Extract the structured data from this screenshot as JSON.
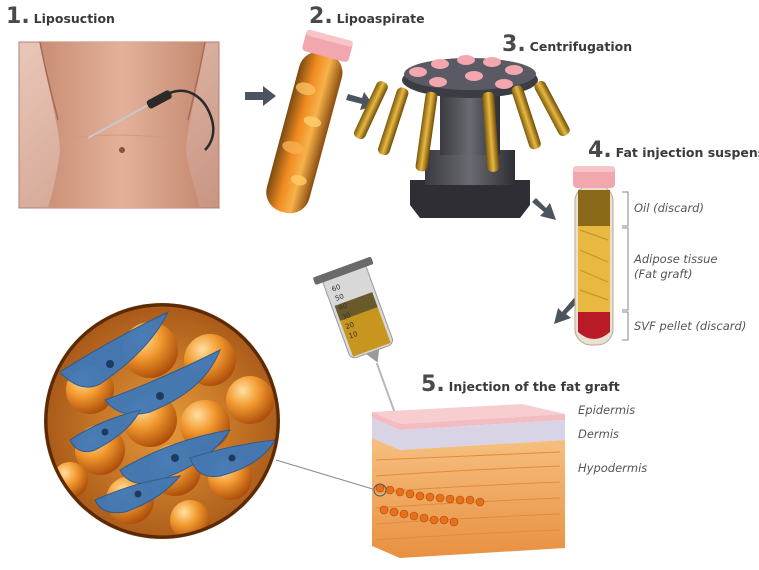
{
  "steps": [
    {
      "number": "1",
      "label": "Liposuction"
    },
    {
      "number": "2",
      "label": "Lipoaspirate"
    },
    {
      "number": "3",
      "label": "Centrifugation"
    },
    {
      "number": "4",
      "label": "Fat injection suspension"
    },
    {
      "number": "5",
      "label": "Injection of the fat graft"
    }
  ],
  "tube_layers": {
    "oil": "Oil (discard)",
    "adipose_line1": "Adipose tissue",
    "adipose_line2": "(Fat graft)",
    "svf": "SVF pellet (discard)"
  },
  "skin_layers": {
    "epidermis": "Epidermis",
    "dermis": "Dermis",
    "hypodermis": "Hypodermis"
  },
  "syringe_marks": [
    "10",
    "20",
    "30",
    "40",
    "50",
    "60"
  ],
  "colors": {
    "arrow": "#4a5560",
    "cap": "#f2a7ae",
    "fat": "#e8882a",
    "oil": "#a8801a",
    "svf": "#b81a28",
    "skin_epidermis": "#f3bcc0",
    "skin_dermis": "#d8d4e6",
    "skin_hypodermis": "#f0b070",
    "cell_blue": "#3f78b8",
    "background_circle": "#c8701a"
  }
}
